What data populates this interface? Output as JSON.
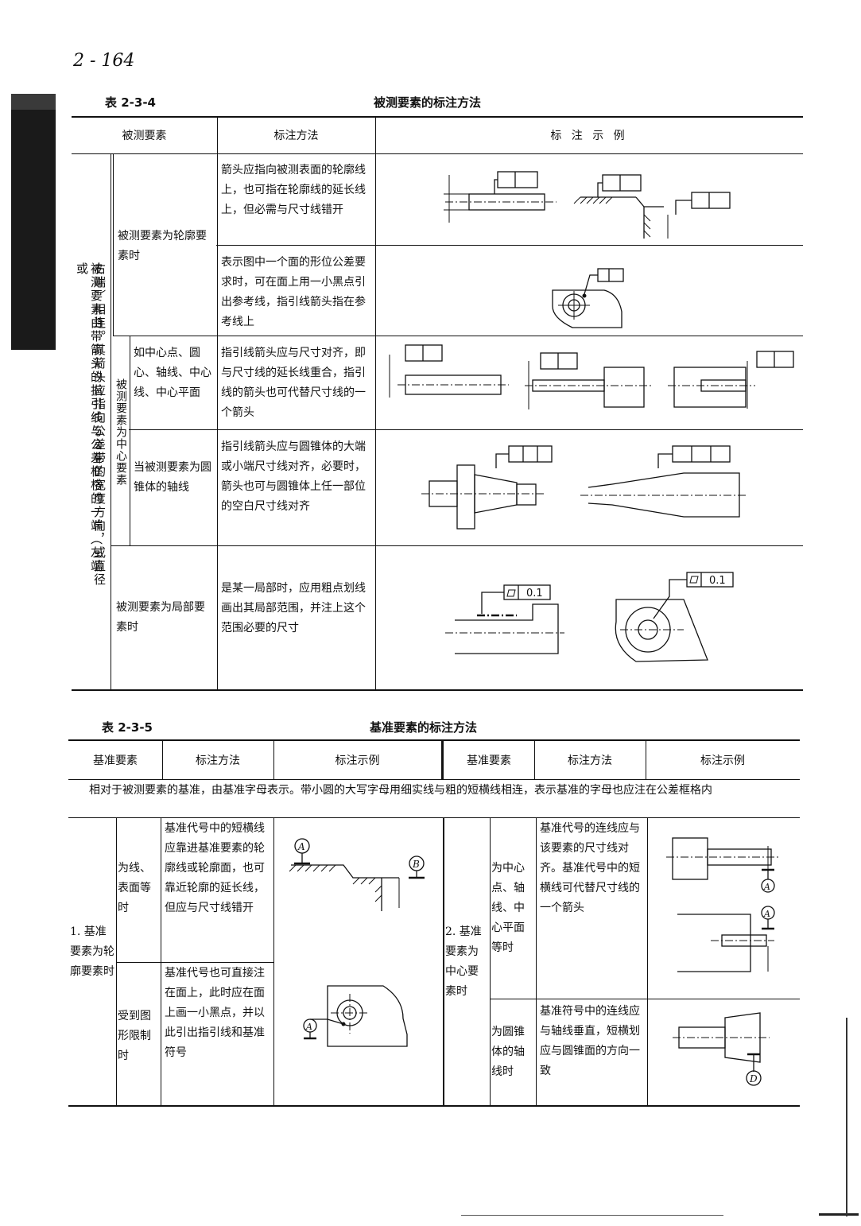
{
  "page": {
    "number": "2 - 164"
  },
  "table1": {
    "number": "表 2-3-4",
    "title": "被测要素的标注方法",
    "headers": [
      "被测要素",
      "标注方法",
      "标 注 示 例"
    ],
    "side_note_a": "被测要素由带箭头的指引线与公差框格的一端（左端或",
    "side_note_b": "右端）相连。其箭头应指向公差带的宽度方向，或直径",
    "rows": [
      {
        "element": "被测要素为轮廓要素时",
        "method": "箭头应指向被测表面的轮廓线上，也可指在轮廓线的延长线上，但必需与尺寸线错开"
      },
      {
        "method": "表示图中一个面的形位公差要求时，可在面上用一小黑点引出参考线，指引线箭头指在参考线上"
      },
      {
        "group": "被测要素为中心要素",
        "element": "如中心点、圆心、轴线、中心线、中心平面",
        "method": "指引线箭头应与尺寸对齐，即与尺寸线的延长线重合，指引线的箭头也可代替尺寸线的一个箭头"
      },
      {
        "element": "当被测要素为圆锥体的轴线",
        "method": "指引线箭头应与圆锥体的大端或小端尺寸线对齐，必要时，箭头也可与圆锥体上任一部位的空白尺寸线对齐"
      },
      {
        "element": "被测要素为局部要素时",
        "method": "是某一局部时，应用粗点划线画出其局部范围，并注上这个范围必要的尺寸"
      }
    ],
    "example_values": {
      "tol_a": "0.1",
      "tol_b": "0.1"
    }
  },
  "table2": {
    "number": "表 2-3-5",
    "title": "基准要素的标注方法",
    "headers": [
      "基准要素",
      "标注方法",
      "标注示例",
      "基准要素",
      "标注方法",
      "标注示例"
    ],
    "intro": "相对于被测要素的基准，由基准字母表示。带小圆的大写字母用细实线与粗的短横线相连，表示基准的字母也应注在公差框格内",
    "left_group": "1. 基准要素为轮廓要素时",
    "left_rows": [
      {
        "element": "为线、表面等时",
        "method": "基准代号中的短横线应靠进基准要素的轮廓线或轮廓面，也可靠近轮廓的延长线，但应与尺寸线错开"
      },
      {
        "element": "受到图形限制时",
        "method": "基准代号也可直接注在面上，此时应在面上画一小黑点，并以此引出指引线和基准符号"
      }
    ],
    "right_group": "2. 基准要素为中心要素时",
    "right_rows": [
      {
        "element": "为中心点、轴线、中心平面等时",
        "method": "基准代号的连线应与该要素的尺寸线对齐。基准代号中的短横线可代替尺寸线的一个箭头"
      },
      {
        "element": "为圆锥体的轴线时",
        "method": "基准符号中的连线应与轴线垂直，短横划应与圆锥面的方向一致"
      }
    ],
    "datum_letters": {
      "a": "A",
      "b": "B",
      "d": "D"
    }
  }
}
